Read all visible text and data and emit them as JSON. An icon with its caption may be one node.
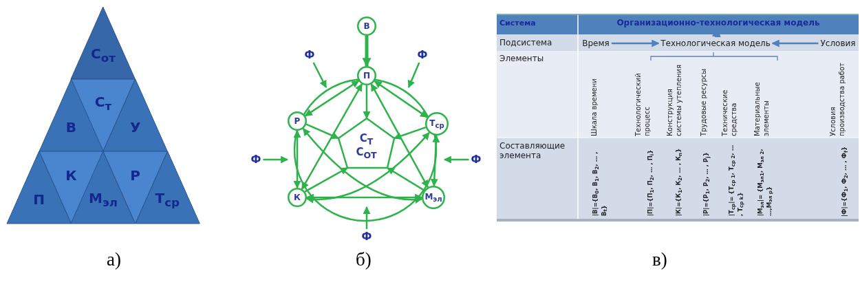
{
  "diagram": {
    "nodes": [
      {
        "text": [
          "С$_{от}$"
        ]
      },
      {
        "text": [
          "С$_{т}$"
        ]
      },
      {
        "text": [
          "В"
        ]
      },
      {
        "text": [
          "У"
        ]
      },
      {
        "text": [
          "К"
        ]
      },
      {
        "text": [
          "Р"
        ]
      },
      {
        "text": [
          "П"
        ]
      },
      {
        "text": [
          "М$_{эл}$"
        ]
      },
      {
        "text": [
          "Т$_{ср}$"
        ]
      },
      {
        "text": [
          "В"
        ]
      },
      {
        "text": [
          "Ф"
        ]
      },
      {
        "text": [
          "Ф"
        ]
      },
      {
        "text": [
          "П"
        ]
      },
      {
        "text": [
          "Р"
        ]
      },
      {
        "text": [
          "Т$_{ср}$"
        ]
      },
      {
        "text": [
          "С$_{Т}$",
          "С$_{ОТ}$"
        ]
      },
      {
        "text": [
          "Ф"
        ]
      },
      {
        "text": [
          "Ф"
        ]
      },
      {
        "text": [
          "К"
        ]
      },
      {
        "text": [
          "М$_{эл}$"
        ]
      },
      {
        "text": [
          "Ф"
        ]
      },
      {
        "text": [
          "Организационно-технологическая модель"
        ]
      },
      {
        "text": [
          "Время"
        ]
      },
      {
        "text": [
          "Технологическая модель"
        ]
      },
      {
        "text": [
          "Условия"
        ]
      }
    ],
    "edges": [
      {
        "from": 9,
        "to": 12,
        "arrow": "to",
        "style": "thick"
      },
      {
        "from": 12,
        "to": 15,
        "arrow": "to"
      },
      {
        "from": 13,
        "to": 15,
        "arrow": "to"
      },
      {
        "from": 14,
        "to": 15,
        "arrow": "to"
      },
      {
        "from": 18,
        "to": 15,
        "arrow": "to"
      },
      {
        "from": 19,
        "to": 15,
        "arrow": "to"
      },
      {
        "from": 12,
        "to": 13,
        "arrow": "both"
      },
      {
        "from": 12,
        "to": 14,
        "arrow": "both"
      },
      {
        "from": 12,
        "to": 18,
        "arrow": "both"
      },
      {
        "from": 12,
        "to": 19,
        "arrow": "both"
      },
      {
        "from": 13,
        "to": 18,
        "arrow": "both"
      },
      {
        "from": 14,
        "to": 19,
        "arrow": "both"
      },
      {
        "from": 18,
        "to": 19,
        "arrow": "both"
      },
      {
        "from": 13,
        "to": 19,
        "arrow": "both"
      },
      {
        "from": 14,
        "to": 18,
        "arrow": "both"
      },
      {
        "from": 10,
        "to": null,
        "arrow": "to"
      },
      {
        "from": 11,
        "to": null,
        "arrow": "to"
      },
      {
        "from": 16,
        "to": null,
        "arrow": "to"
      },
      {
        "from": 17,
        "to": null,
        "arrow": "to"
      },
      {
        "from": 20,
        "to": null,
        "arrow": "to"
      },
      {
        "from": 22,
        "to": 23,
        "arrow": "to",
        "color": "#4f81bd"
      },
      {
        "from": 24,
        "to": 23,
        "arrow": "to",
        "color": "#4f81bd"
      },
      {
        "from": 23,
        "to": 21,
        "arrow": "to",
        "color": "#4f81bd",
        "style": "thick"
      }
    ],
    "labels": [
      "Система",
      "Подсистема",
      "Элементы",
      "Шкала времени",
      "Технологический процесс",
      "Конструкция системы утепления",
      "Трудовые ресурсы",
      "Технические средства",
      "Материальные элементы",
      "Условия производства работ",
      "Составляющие элемента",
      "|В|={В$_{0}$, В$_{1}$, В$_{2}$, … , В$_{t}$}",
      "|П|={П$_{1}$, П$_{2}$, … , П$_{i}$}",
      "|К|={К$_{1}$, К$_{2}$, … , К$_{n}$}",
      "|Р|={Р$_{1}$, Р$_{2}$, … , Р$_{j}$}",
      "|Т$_{ср}$|= {Т$_{ср 1}$, Т$_{ср 2}$, … , Т$_{ср k}$}",
      "|М$_{эл}$|= {М$_{эл1}$, М$_{эл 2}$, …,М$_{эл p}$}",
      "|Ф|={Ф$_{1}$, Ф$_{2}$, … , Ф$_{f}$}",
      "а)",
      "б)",
      "в)"
    ]
  }
}
